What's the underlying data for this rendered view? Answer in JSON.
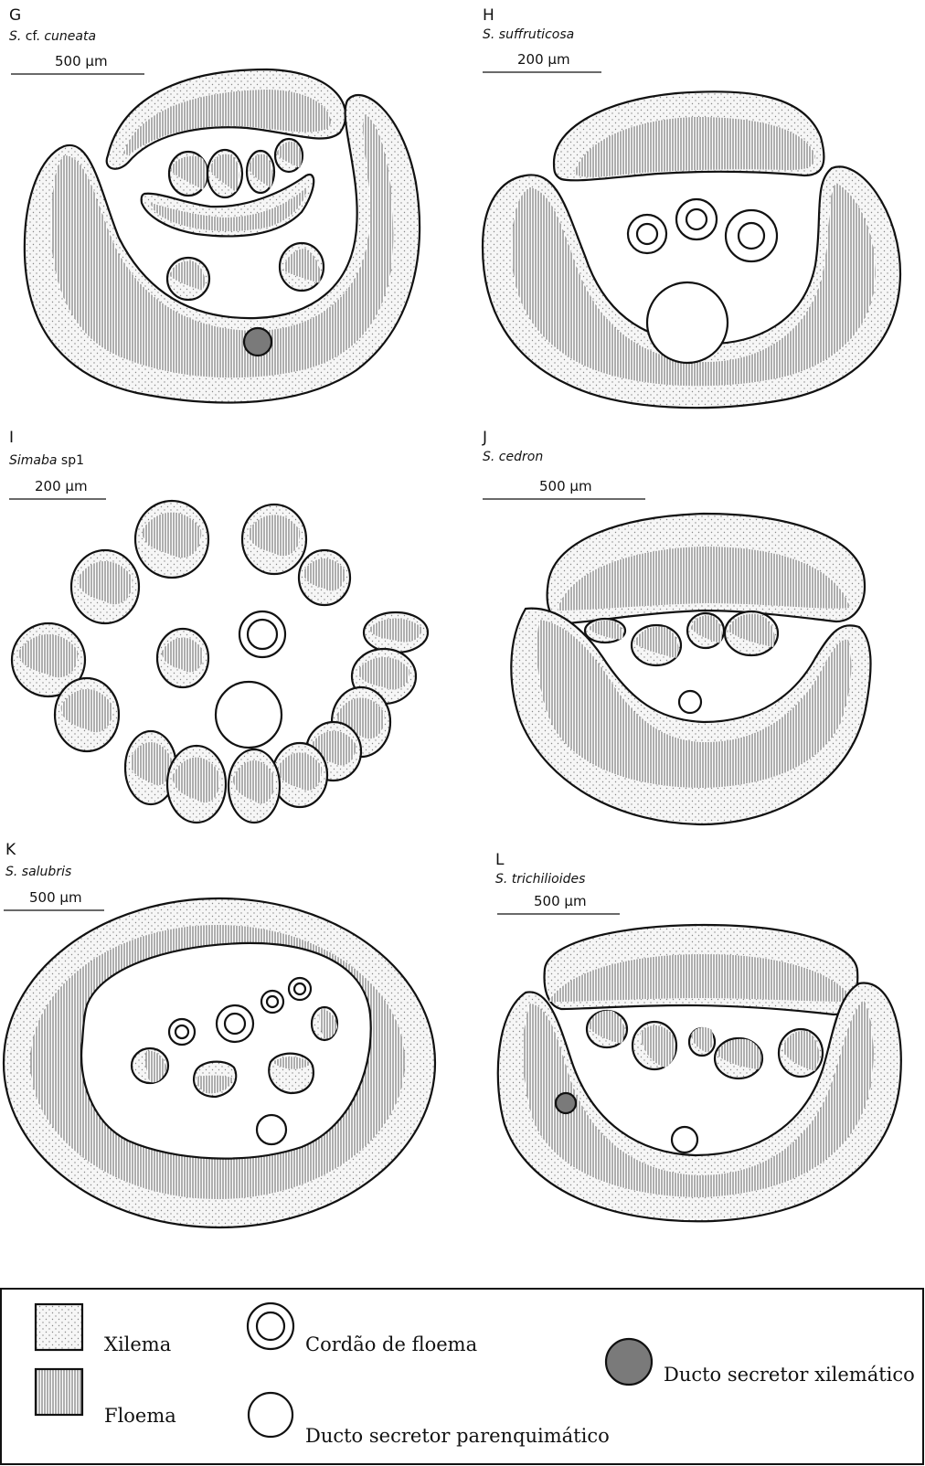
{
  "panels": [
    {
      "id": "G",
      "species_prefix": "S.",
      "species_mid": " cf. ",
      "species_name": "cuneata",
      "scale": "500 µm"
    },
    {
      "id": "H",
      "species_prefix": "S.",
      "species_mid": " ",
      "species_name": "suffruticosa",
      "scale": "200 µm"
    },
    {
      "id": "I",
      "species_prefix": "Simaba",
      "species_mid": " sp1",
      "species_name": "",
      "scale": "200 µm"
    },
    {
      "id": "J",
      "species_prefix": "S.",
      "species_mid": " ",
      "species_name": "cedron",
      "scale": "500 µm"
    },
    {
      "id": "K",
      "species_prefix": "S.",
      "species_mid": " ",
      "species_name": "salubris",
      "scale": "500 µm"
    },
    {
      "id": "L",
      "species_prefix": "S.",
      "species_mid": " ",
      "species_name": "trichilioides",
      "scale": "500 µm"
    }
  ],
  "legend": {
    "xilema": "Xilema",
    "floema": "Floema",
    "cordao": "Cordão de floema",
    "ducto_par": "Ducto secretor parenquimático",
    "ducto_xil": "Ducto secretor xilemático"
  },
  "colors": {
    "xylem_fill": "#f4f4f4",
    "phloem_stroke": "#333333",
    "duct_fill": "#7a7a7a",
    "outline": "#111111"
  }
}
